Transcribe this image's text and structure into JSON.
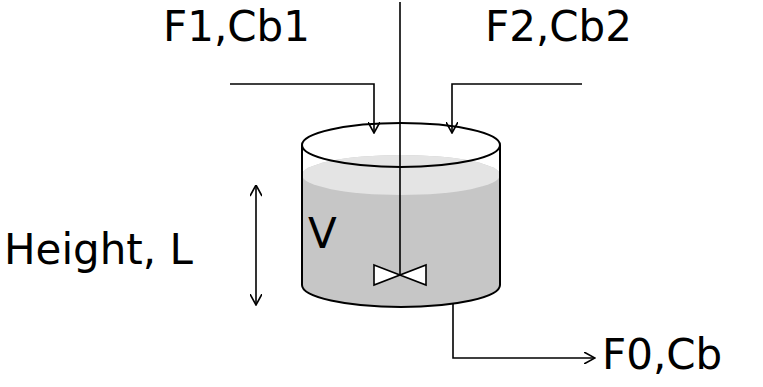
{
  "diagram": {
    "nodes": [
      {
        "text": [
          "V"
        ]
      }
    ],
    "labels": [
      "F1,Cb1",
      "F2,Cb2",
      "Height, L",
      "F0,Cb"
    ]
  }
}
